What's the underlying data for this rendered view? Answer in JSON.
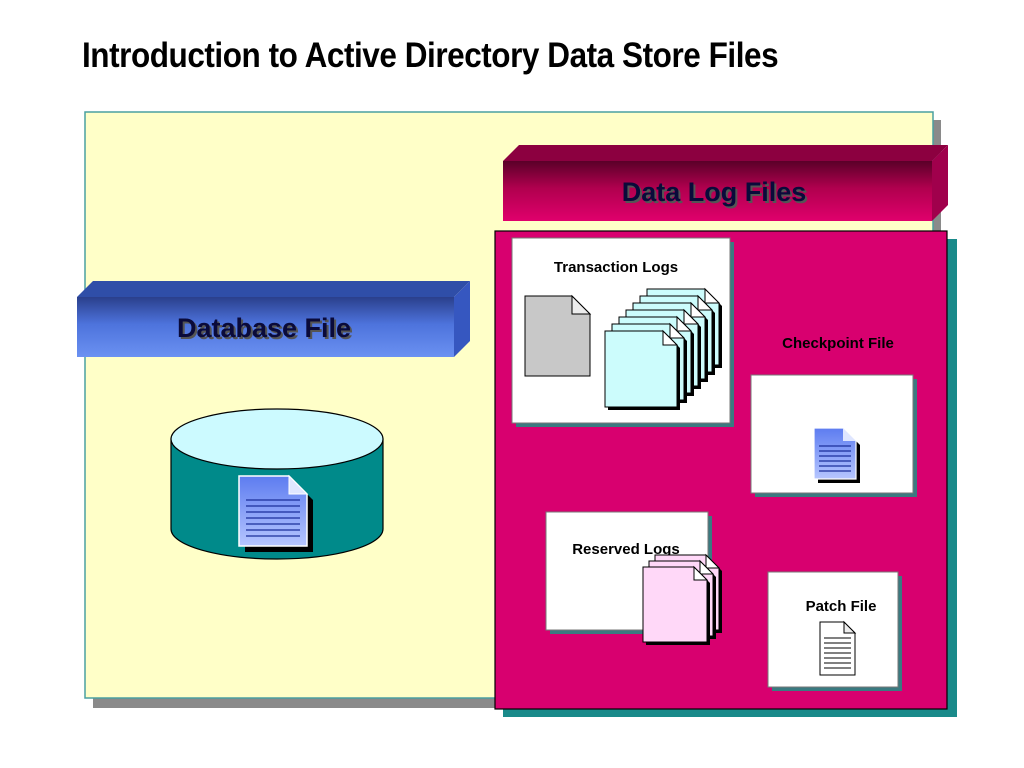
{
  "slide": {
    "title": "Introduction to Active Directory Data Store Files"
  },
  "database": {
    "banner_label": "Database File"
  },
  "logs": {
    "banner_label": "Data Log Files",
    "transaction_logs": "Transaction Logs",
    "checkpoint_file": "Checkpoint File",
    "reserved_logs": "Reserved Logs",
    "patch_file": "Patch File"
  },
  "colors": {
    "canvas_bg": "#ffffcc",
    "log_panel": "#d6006e",
    "database_banner": "#4a6fd6",
    "log_banner": "#c8005c",
    "cylinder_body": "#008a8a",
    "cylinder_top": "#ccfaff",
    "transaction_doc": "#ccfcfc",
    "reserved_doc": "#ffd8f8"
  }
}
